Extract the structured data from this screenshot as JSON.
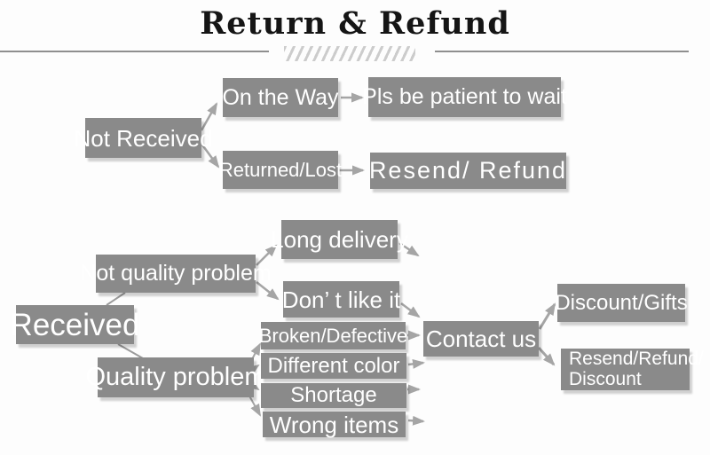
{
  "title": {
    "text": "Return & Refund"
  },
  "colors": {
    "background": "#fdfdfd",
    "box": "#8a8a8a",
    "box_text": "#ffffff",
    "arrow": "#a5a5a5",
    "connector": "#9b9b9b",
    "title_text": "#151515",
    "rule_line": "#8f8f8f",
    "hatch_stripes": "#cccccc"
  },
  "flow": {
    "not_received": "Not Received",
    "on_the_way": "On the Way",
    "pls_wait": "Pls be patient to wait",
    "returned_lost": "Returned/Lost",
    "resend_refund": "Resend/ Refund",
    "received": "Received",
    "not_quality_problem": "Not quality problem",
    "quality_problem": "Quality problem",
    "long_delivery": "Long delivery",
    "dont_like_it": "Don’ t like it",
    "broken_defective": "Broken/Defective",
    "different_color": "Different color",
    "shortage": "Shortage",
    "wrong_items": "Wrong items",
    "contact_us": "Contact us",
    "discount_gifts": "Discount/Gifts",
    "resend_refund_discount_line1": "Resend/Refund/",
    "resend_refund_discount_line2": "Discount"
  }
}
